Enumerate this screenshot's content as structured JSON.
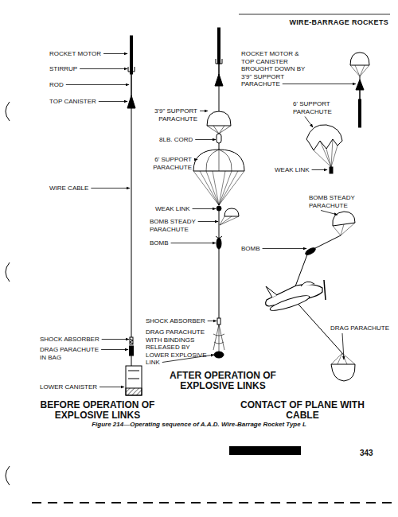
{
  "diagram": {
    "title": "WIRE-BARRAGE ROCKETS",
    "caption": "Figure 214—Operating sequence of A.A.D. Wire-Barrage Rocket Type L",
    "labels": [
      "ROCKET MOTOR",
      "STIRRUP",
      "ROD",
      "TOP CANISTER",
      "WIRE CABLE",
      "SHOCK ABSORBER",
      "DRAG PARACHUTE IN BAG",
      "LOWER CANISTER",
      "BEFORE OPERATION OF EXPLOSIVE LINKS",
      "3'9\" SUPPORT PARACHUTE",
      "8LB. CORD",
      "6' SUPPORT PARACHUTE",
      "WEAK LINK",
      "BOMB STEADY PARACHUTE",
      "BOMB",
      "SHOCK ABSORBER",
      "DRAG PARACHUTE WITH BINDINGS RELEASED BY LOWER EXPLOSIVE LINK",
      "AFTER OPERATION OF EXPLOSIVE LINKS",
      "ROCKET MOTOR & TOP CANISTER BROUGHT DOWN BY 3'9\" SUPPORT PARACHUTE",
      "6' SUPPORT PARACHUTE",
      "WEAK LINK",
      "BOMB STEADY PARACHUTE",
      "BOMB",
      "DRAG PARACHUTE",
      "CONTACT OF PLANE WITH CABLE",
      "343"
    ]
  }
}
